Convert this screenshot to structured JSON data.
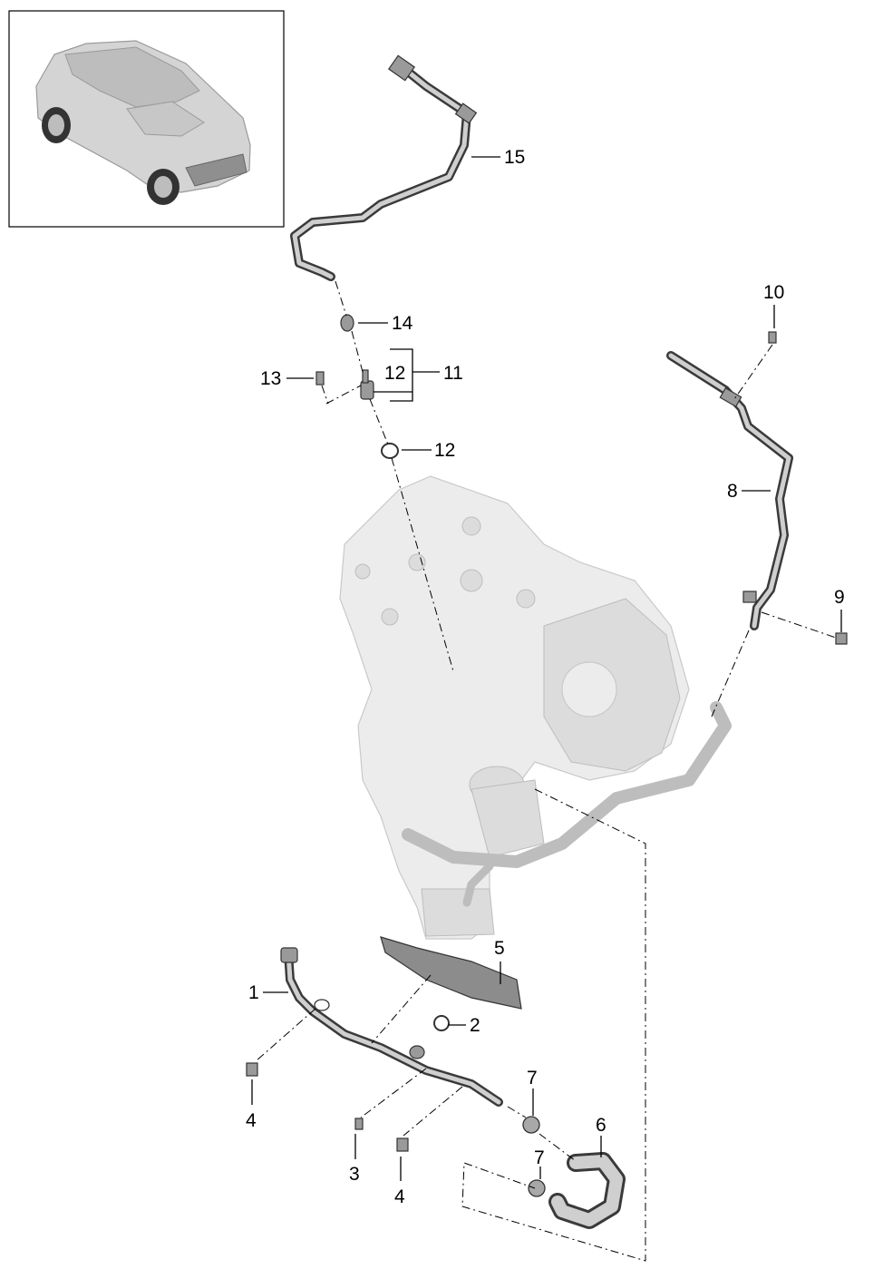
{
  "diagram": {
    "title": "",
    "thumbnail": {
      "image": "car-suv-thumbnail"
    },
    "callouts": [
      {
        "id": "15",
        "label": "15"
      },
      {
        "id": "14",
        "label": "14"
      },
      {
        "id": "13",
        "label": "13"
      },
      {
        "id": "12a",
        "label": "12"
      },
      {
        "id": "11",
        "label": "11"
      },
      {
        "id": "12b",
        "label": "12"
      },
      {
        "id": "10",
        "label": "10"
      },
      {
        "id": "8",
        "label": "8"
      },
      {
        "id": "9",
        "label": "9"
      },
      {
        "id": "5",
        "label": "5"
      },
      {
        "id": "1",
        "label": "1"
      },
      {
        "id": "2",
        "label": "2"
      },
      {
        "id": "4a",
        "label": "4"
      },
      {
        "id": "7a",
        "label": "7"
      },
      {
        "id": "3",
        "label": "3"
      },
      {
        "id": "6",
        "label": "6"
      },
      {
        "id": "7b",
        "label": "7"
      },
      {
        "id": "4b",
        "label": "4"
      }
    ],
    "colors": {
      "line": "#000000",
      "part": "#3a3a3a",
      "engine_ghost": "#ececec"
    }
  }
}
